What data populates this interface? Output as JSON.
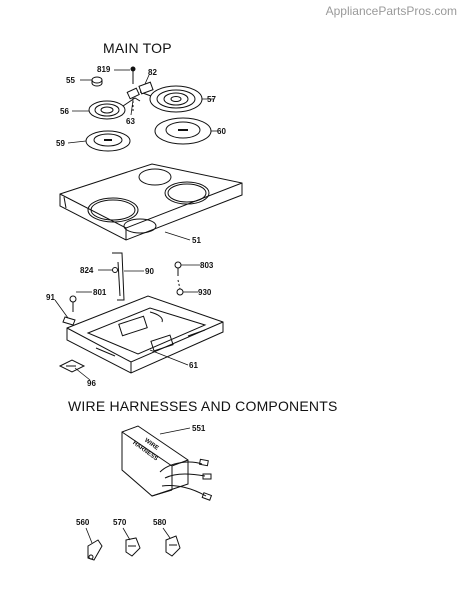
{
  "watermark": "AppliancePartsPros.com",
  "sections": {
    "main_top": "MAIN TOP",
    "wire": "WIRE HARNESSES AND COMPONENTS"
  },
  "parts": {
    "p819": "819",
    "p82": "82",
    "p55": "55",
    "p57": "57",
    "p56": "56",
    "p63": "63",
    "p59": "59",
    "p60": "60",
    "p51": "51",
    "p824": "824",
    "p90": "90",
    "p803": "803",
    "p91": "91",
    "p801": "801",
    "p930": "930",
    "p61": "61",
    "p96": "96",
    "p551": "551",
    "p560": "560",
    "p570": "570",
    "p580": "580"
  },
  "box_label": {
    "line1": "WIRE",
    "line2": "HARNESS"
  }
}
